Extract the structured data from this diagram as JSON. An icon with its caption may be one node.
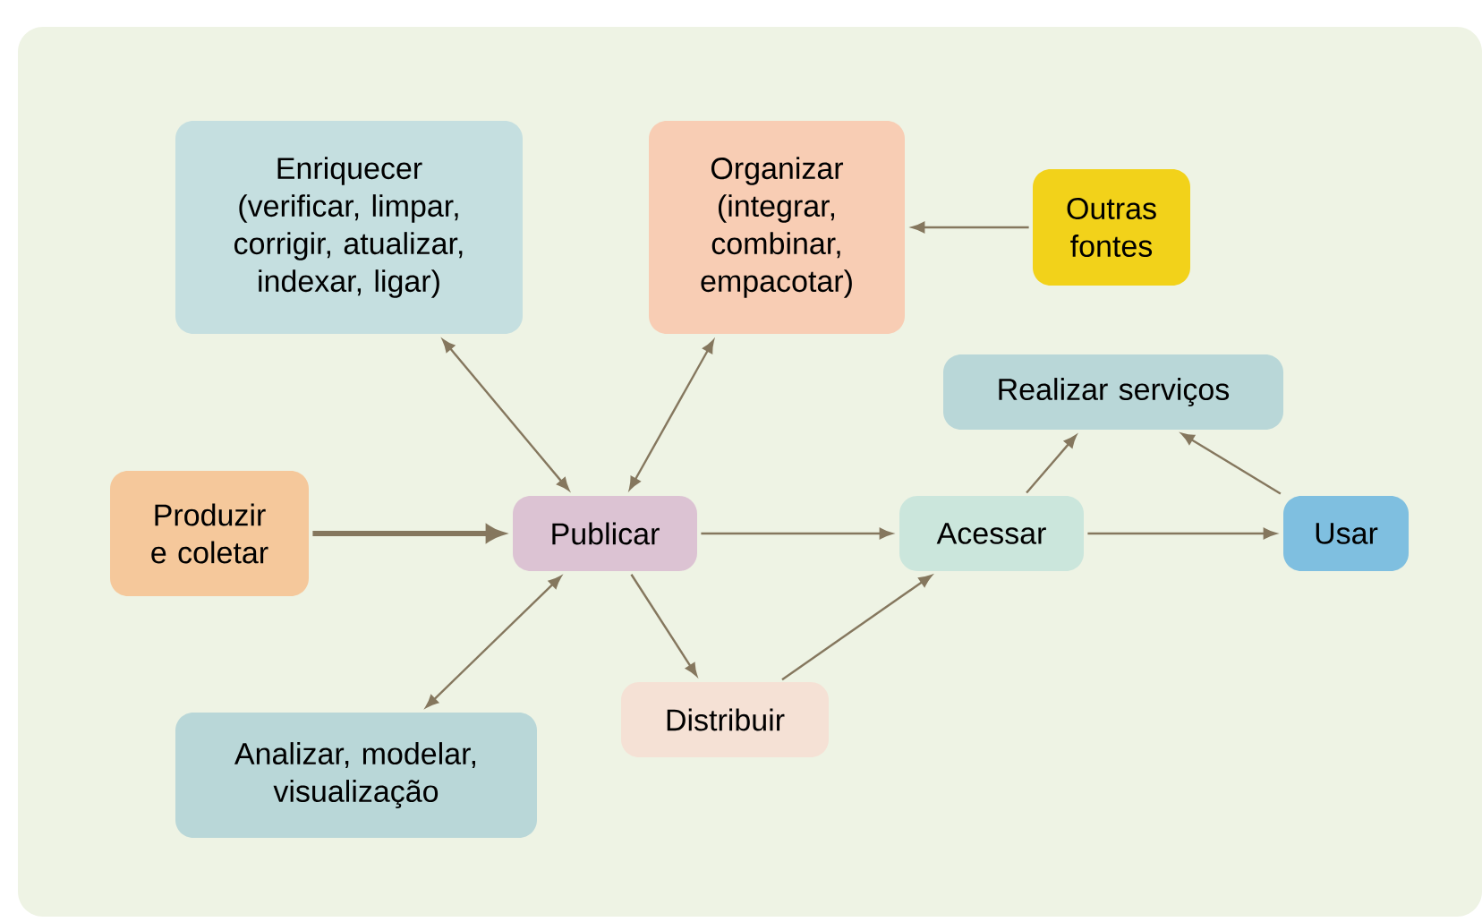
{
  "diagram": {
    "nodes": [
      {
        "text": [
          "Enriquecer",
          "(verificar, limpar, corrigir, atualizar, indexar, ligar)"
        ]
      },
      {
        "text": [
          "Organizar",
          "(integrar, combinar, empacotar)"
        ]
      },
      {
        "text": [
          "Outras fontes"
        ]
      },
      {
        "text": [
          "Realizar serviços"
        ]
      },
      {
        "text": [
          "Produzir e coletar"
        ]
      },
      {
        "text": [
          "Publicar"
        ]
      },
      {
        "text": [
          "Acessar"
        ]
      },
      {
        "text": [
          "Usar"
        ]
      },
      {
        "text": [
          "Distribuir"
        ]
      },
      {
        "text": [
          "Analizar, modelar, visualização"
        ]
      }
    ],
    "edges": [
      {
        "from": 5,
        "to": 0,
        "arrow": "both"
      },
      {
        "from": 5,
        "to": 1,
        "arrow": "both"
      },
      {
        "from": 2,
        "to": 1,
        "arrow": "to"
      },
      {
        "from": 4,
        "to": 5,
        "arrow": "to",
        "style": "thick"
      },
      {
        "from": 5,
        "to": 6,
        "arrow": "to"
      },
      {
        "from": 5,
        "to": 9,
        "arrow": "both"
      },
      {
        "from": 5,
        "to": 8,
        "arrow": "to"
      },
      {
        "from": 8,
        "to": 6,
        "arrow": "to"
      },
      {
        "from": 6,
        "to": 3,
        "arrow": "to"
      },
      {
        "from": 7,
        "to": 3,
        "arrow": "to"
      },
      {
        "from": 6,
        "to": 7,
        "arrow": "to"
      }
    ]
  }
}
